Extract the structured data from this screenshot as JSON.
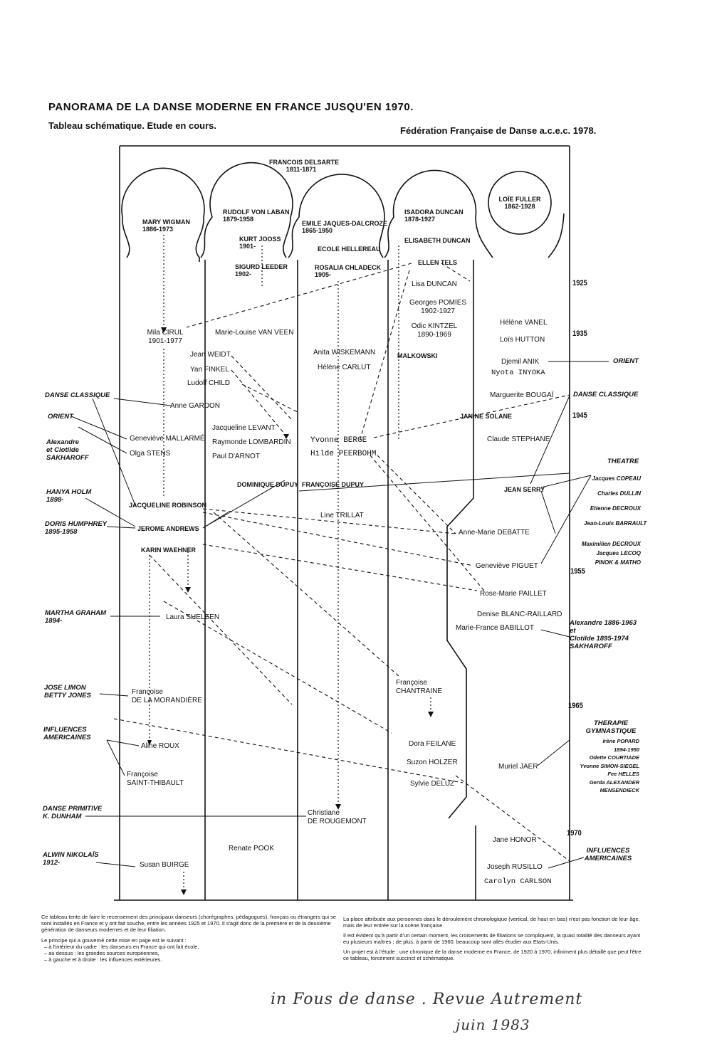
{
  "header": {
    "title": "PANORAMA DE LA DANSE MODERNE EN FRANCE JUSQU'EN 1970.",
    "subtitle_left": "Tableau schématique. Etude en cours.",
    "subtitle_right": "Fédération Française de Danse a.c.e.c. 1978."
  },
  "sources": {
    "delsarte": {
      "name": "FRANCOIS DELSARTE",
      "dates": "1811-1871"
    },
    "wigman": {
      "name": "MARY WIGMAN",
      "dates": "1886-1973"
    },
    "laban": {
      "name": "RUDOLF VON LABAN",
      "dates": "1879-1958"
    },
    "dalcroze": {
      "name": "EMILE JAQUES-DALCROZE",
      "dates": "1865-1950"
    },
    "duncan": {
      "name": "ISADORA DUNCAN",
      "dates": "1878-1927"
    },
    "fuller": {
      "name": "LOÏE FULLER",
      "dates": "1862-1928"
    }
  },
  "nodes": {
    "jooss": {
      "name": "KURT JOOSS",
      "dates": "1901-"
    },
    "leeder": {
      "name": "SIGURD LEEDER",
      "dates": "1902-"
    },
    "hellerau": "ECOLE HELLEREAU",
    "chladeck": {
      "name": "ROSALIA CHLADECK",
      "dates": "1905-"
    },
    "elisabeth_duncan": "ELISABETH DUNCAN",
    "tels": "ELLEN TELS",
    "lisa_duncan": "Lisa DUNCAN",
    "pomies": {
      "name": "Georges POMIES",
      "dates": "1902-1927"
    },
    "kintzel": {
      "name": "Odic KINTZEL",
      "dates": "1890-1969"
    },
    "vanel": "Hélène VANEL",
    "hutton": "Loïs HUTTON",
    "cirul": {
      "name": "Mila CIRUL",
      "dates": "1901-1977"
    },
    "van_veen": "Marie-Louise VAN VEEN",
    "weidt": "Jean WEIDT",
    "finkel": "Yan FINKEL",
    "child": "Ludolf CHILD",
    "wiskemann": "Anita WISKEMANN",
    "carlut": "Hélène CARLUT",
    "malkowski": "MALKOWSKI",
    "anik": "Djemil ANIK",
    "inyoka": "Nyota INYOKA",
    "bougai": "Marguerite BOUGAÏ",
    "gardon": "Anne GARDON",
    "solane": "JANINE SOLANE",
    "levant": "Jacqueline LEVANT",
    "mallarme": "Geneviève MALLARMÉ",
    "lombardin": "Raymonde LOMBARDIN",
    "berge": "Yvonne BERGE",
    "stephane": "Claude STEPHANE",
    "stens": "Olga STENS",
    "darnot": "Paul D'ARNOT",
    "peerbohm": "Hilde PEERBOHM",
    "dominique": "DOMINIQUE DUPUY",
    "francoise_dupuy": "FRANÇOISE DUPUY",
    "serry": "JEAN SERRY",
    "robinson": "JACQUELINE ROBINSON",
    "trillat": "Line TRILLAT",
    "andrews": "JEROME ANDREWS",
    "debatte": "Anne-Marie DEBATTE",
    "waehner": "KARIN WAEHNER",
    "piguet": "Geneviève PIGUET",
    "paillet": "Rose-Marie PAILLET",
    "sheleen": "Laura SHELEEN",
    "blanc": "Denise BLANC-RAILLARD",
    "babillot": "Marie-France BABILLOT",
    "chantraine": {
      "first": "Françoise",
      "last": "CHANTRAINE"
    },
    "morandiere": {
      "first": "Françoise",
      "last": "DE LA MORANDIÈRE"
    },
    "feilane": "Dora FEILANE",
    "roux": "Aline ROUX",
    "holzer": "Suzon HOLZER",
    "jaer": "Muriel JAER",
    "saint_thibault": {
      "first": "Françoise",
      "last": "SAINT-THIBAULT"
    },
    "deluz": "Sylvie DELUZ",
    "rougemont": {
      "first": "Christiane",
      "last": "DE ROUGEMONT"
    },
    "honor": "Jane HONOR",
    "pook": "Renate POOK",
    "buirge": "Susan BUIRGE",
    "rusillo": "Joseph RUSILLO",
    "carlson": "Carolyn CARLSON"
  },
  "years": [
    "1925",
    "1935",
    "1945",
    "1955",
    "1965",
    "1970"
  ],
  "left_influences": {
    "danse_classique": "DANSE CLASSIQUE",
    "orient": "ORIENT",
    "sakharoff": {
      "l1": "Alexandre",
      "l2": "et Clotilde",
      "l3": "SAKHAROFF"
    },
    "holm": {
      "name": "HANYA HOLM",
      "dates": "1898-"
    },
    "humphrey": {
      "name": "DORIS HUMPHREY",
      "dates": "1895-1958"
    },
    "graham": {
      "name": "MARTHA GRAHAM",
      "dates": "1894-"
    },
    "limon": {
      "l1": "JOSE LIMON",
      "l2": "BETTY JONES"
    },
    "americaines": {
      "l1": "INFLUENCES",
      "l2": "AMERICAINES"
    },
    "primitive": {
      "l1": "DANSE PRIMITIVE",
      "l2": "K. DUNHAM"
    },
    "nikolais": {
      "name": "ALWIN NIKOLAÏS",
      "dates": "1912-"
    }
  },
  "right_influences": {
    "orient": "ORIENT",
    "danse_classique": "DANSE CLASSIQUE",
    "theatre": "THEATRE",
    "theatre_people": [
      "Jacques COPEAU",
      "Charles DULLIN",
      "Etienne DECROUX",
      "Jean-Louis BARRAULT"
    ],
    "decroux_pupils": [
      "Maximilien DECROUX",
      "Jacques LECOQ",
      "PINOK & MATHO"
    ],
    "sakharoff": {
      "l1": "Alexandre 1886-1963",
      "l2": "et",
      "l3": "Clotilde 1895-1974",
      "l4": "SAKHAROFF"
    },
    "therapie": {
      "l1": "THERAPIE",
      "l2": "GYMNASTIQUE"
    },
    "therapie_people": [
      "Irène POPARD",
      "1894-1950",
      "Odette COURTIADE",
      "Yvonne SIMON-SIEGEL",
      "Fee HELLES",
      "Gerda ALEXANDER",
      "MENSENDIECK"
    ],
    "americaines": {
      "l1": "INFLUENCES",
      "l2": "AMERICAINES"
    }
  },
  "footer": {
    "p1": "Ce tableau tente de faire le recensement des principaux danseurs (chorégraphes, pédagogues), français ou étrangers qui se sont installés en France et y ont fait souche, entre les années 1925 et 1970. Il s'agit donc de la première et de la deuxième génération de danseurs modernes et de leur filiation.",
    "p2": "Le principe qui a gouverné cette mise en page est le suivant :",
    "list": [
      "– à l'intérieur du cadre : les danseurs en France qui ont fait école,",
      "– au dessus : les grandes sources européennes,",
      "– à gauche et à droite : les influences extérieures."
    ],
    "p3": "La place attribuée aux personnes dans le déroulement chronologique (vertical, de haut en bas) n'est pas fonction de leur âge, mais de leur entrée sur la scène française.",
    "p4": "Il est évident qu'à partir d'un certain moment, les croisements de filiations se compliquent, la quasi totalité des danseurs ayant eu plusieurs maîtres ; de plus, à partir de 1960, beaucoup sont allés étudier aux Etats-Unis.",
    "p5": "Un projet est à l'étude : une chronique de la danse moderne en France, de 1920 à 1970, infiniment plus détaillé que peut l'être ce tableau, forcément succinct et schématique."
  },
  "handwritten": {
    "l1": "in Fous de danse . Revue Autrement",
    "l2": "juin 1983"
  }
}
